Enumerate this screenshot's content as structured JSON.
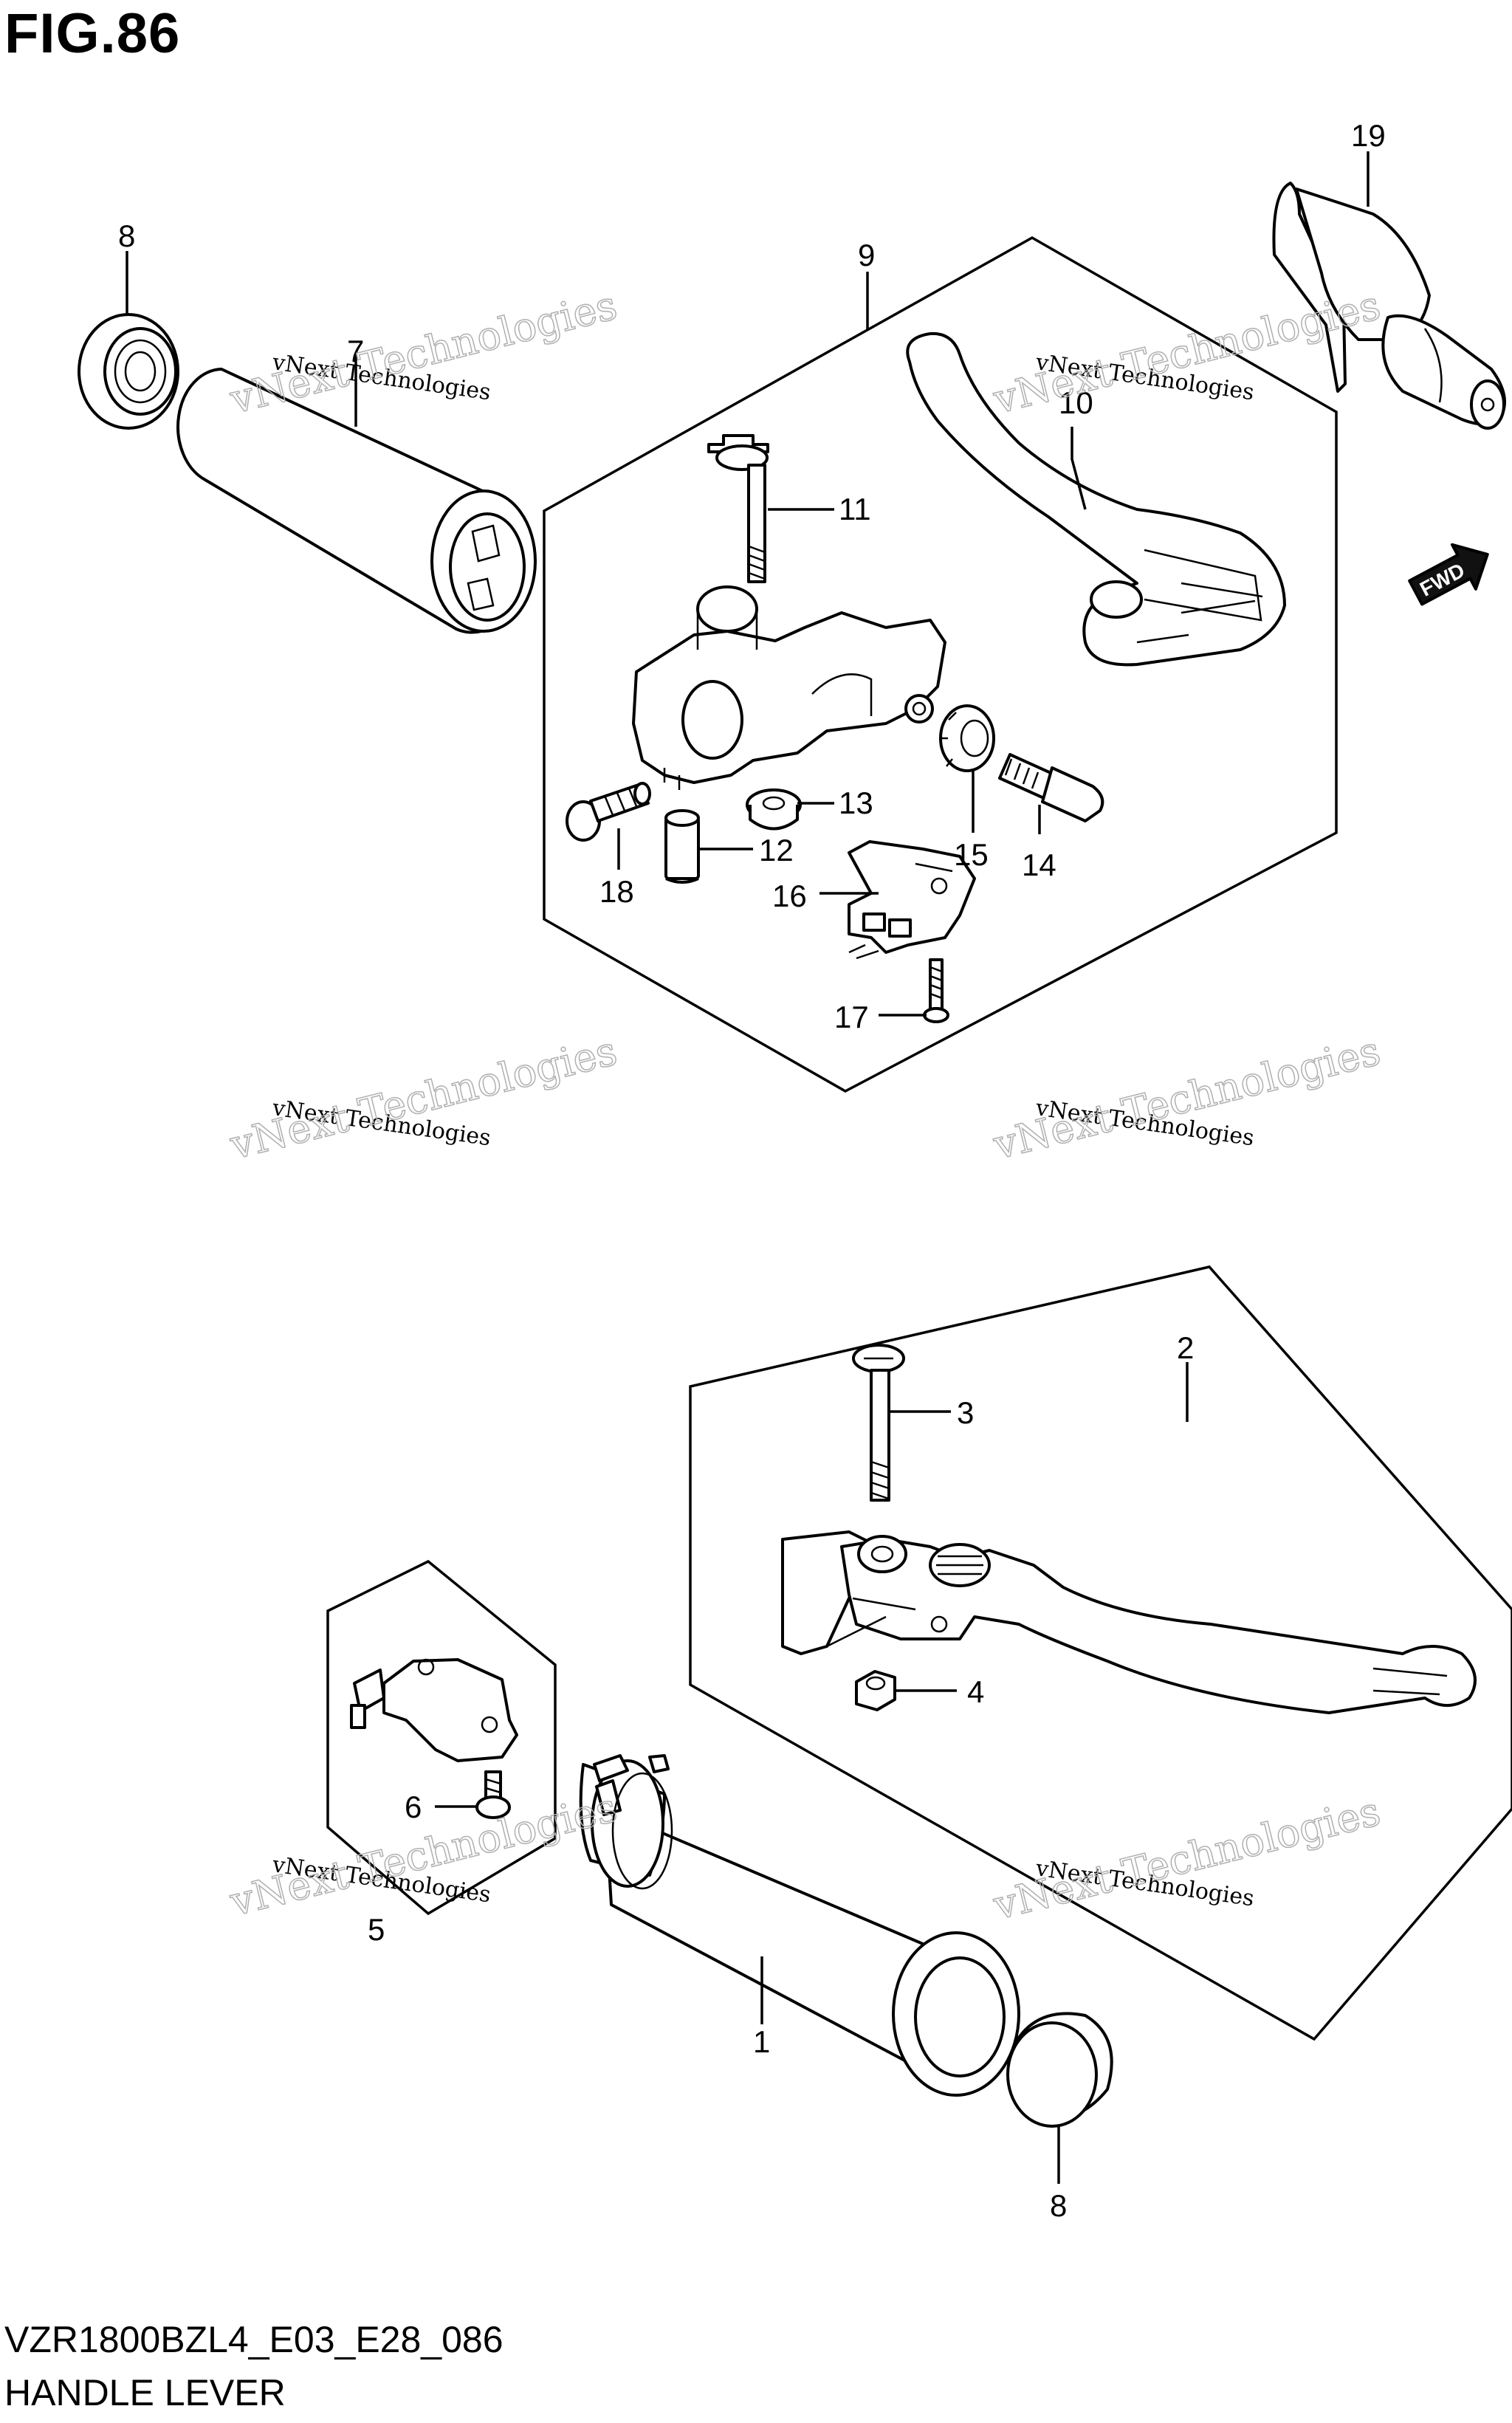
{
  "figure_title": "FIG.86",
  "model_code": "VZR1800BZL4_E03_E28_086",
  "section_name": "HANDLE LEVER",
  "fwd_label": "FWD",
  "watermark": {
    "line1": "vNext Technologies",
    "line2": "vNext Technologies"
  },
  "callouts": {
    "c1": "1",
    "c2": "2",
    "c3": "3",
    "c4": "4",
    "c5": "5",
    "c6": "6",
    "c7": "7",
    "c8a": "8",
    "c8b": "8",
    "c9": "9",
    "c10": "10",
    "c11": "11",
    "c12": "12",
    "c13": "13",
    "c14": "14",
    "c15": "15",
    "c16": "16",
    "c17": "17",
    "c18": "18",
    "c19": "19"
  }
}
